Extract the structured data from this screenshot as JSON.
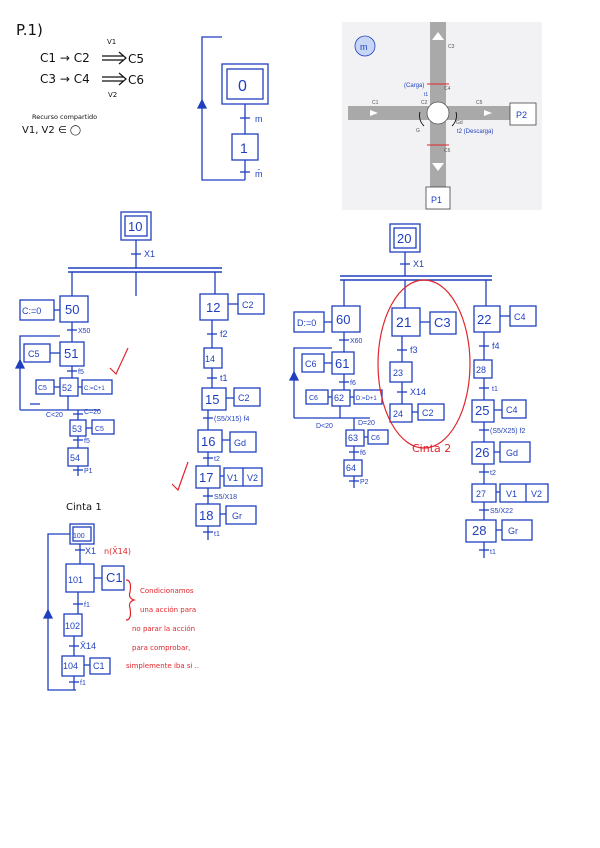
{
  "header": {
    "problem_label": "P.1)",
    "line1_left": "C1 → C2",
    "line1_arrow_label": "V1",
    "line1_right": "C5",
    "line2_left": "C3 → C4",
    "line2_arrow_label": "V2",
    "line2_right": "C6",
    "shared_title": "Recurso compartido",
    "shared_expr": "V1, V2 ∈ ◯"
  },
  "top_grafcet": {
    "step0": "0",
    "trans0": "m",
    "step1": "1",
    "trans1": "m̄"
  },
  "map": {
    "badge": "m",
    "p1": "P1",
    "p2": "P2",
    "carga": "(Carga)",
    "descarga": "t2 (Descarga)",
    "t1": "t1",
    "c1": "C1",
    "c2": "C2",
    "c3": "C3",
    "c4": "C4",
    "c5": "C5",
    "c6": "C6",
    "g": "G",
    "gd": "Gd"
  },
  "left_grafcet": {
    "init_step": "10",
    "init_trans": "X1",
    "step50": "50",
    "action50": "C:=0",
    "trans50": "X50",
    "step51": "51",
    "action51": "C5",
    "trans51": "f5",
    "step52": "52",
    "action52a": "C5",
    "action52b": "C:=C+1",
    "trans_c20a": "C<20",
    "trans_c20b": "C=20",
    "step53": "53",
    "action53": "C5",
    "trans53": "f5",
    "step54": "54",
    "trans54": "P1",
    "step12": "12",
    "action12": "C2",
    "trans12": "f2",
    "step14": "14",
    "trans14": "t1",
    "step15": "15",
    "action15": "C2",
    "trans15": "(S5/X15) f4",
    "step16": "16",
    "action16": "Gd",
    "trans16": "t2",
    "step17": "17",
    "action17a": "V1",
    "action17b": "V2",
    "trans17": "S5/X18",
    "step18": "18",
    "action18": "Gr",
    "trans18": "t1"
  },
  "right_grafcet": {
    "init_step": "20",
    "init_trans": "X1",
    "step60": "60",
    "action60": "D:=0",
    "trans60": "X60",
    "step61": "61",
    "action61": "C6",
    "trans61": "f6",
    "step62": "62",
    "action62a": "C6",
    "action62b": "D:=D+1",
    "trans_d20a": "D<20",
    "trans_d20b": "D=20",
    "step63": "63",
    "action63": "C6",
    "trans63": "f6",
    "step64": "64",
    "trans64": "P2",
    "step21": "21",
    "action21": "C3",
    "trans21": "f3",
    "step23": "23",
    "trans23": "X14",
    "step24": "24",
    "action24": "C2",
    "cinta_label": "Cinta 2",
    "step22": "22",
    "action22": "C4",
    "trans22": "f4",
    "step28a": "28",
    "trans28a": "t1",
    "step25": "25",
    "action25": "C4",
    "trans25": "(S5/X25) f2",
    "step26": "26",
    "action26": "Gd",
    "trans26": "t2",
    "step27": "27",
    "action27a": "V1",
    "action27b": "V2",
    "trans27": "S5/X22",
    "step28": "28",
    "action28": "Gr",
    "trans28": "t1"
  },
  "bottom_grafcet": {
    "title": "Cinta 1",
    "init_step": "100",
    "init_trans": "X1",
    "trans_note": "n(X̄14)",
    "step101": "101",
    "action101": "C1",
    "trans101": "f1",
    "step102": "102",
    "trans102": "X̄14",
    "step104": "104",
    "action104": "C1",
    "trans104": "f1"
  },
  "note": {
    "line1": "Condicionamos",
    "line2": "una acción para",
    "line3": "no parar la acción",
    "line4": "para comprobar,",
    "line5": "simplemente iba si .."
  }
}
